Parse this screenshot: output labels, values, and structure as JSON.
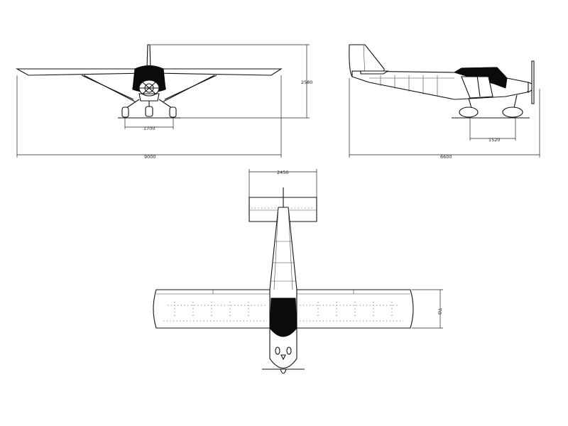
{
  "views": {
    "front": {
      "span_label": "9000",
      "height_label": "2580",
      "track_label": "1700"
    },
    "side": {
      "length_label": "6600",
      "wheelbase_label": "1520"
    },
    "top": {
      "tail_span_label": "2450",
      "chord_label": "TG"
    }
  },
  "colors": {
    "line": "#111111",
    "fill_dark": "#0b0b0b",
    "background": "#ffffff"
  }
}
